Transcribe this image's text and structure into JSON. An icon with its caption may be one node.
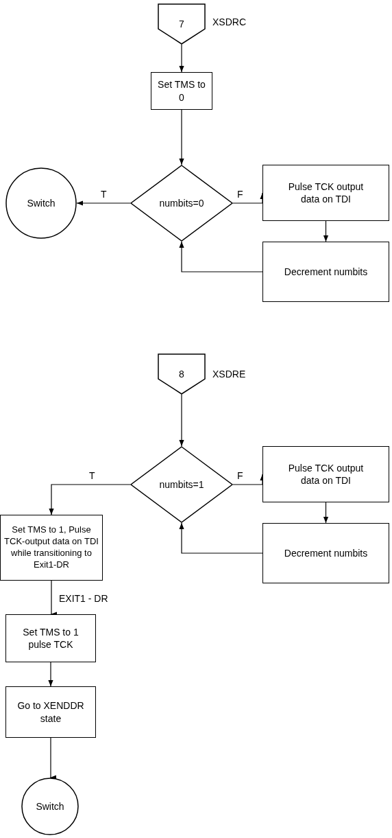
{
  "diagram": {
    "nodes": [
      {
        "text": [
          "7"
        ],
        "beside": [
          "XSDRC"
        ]
      },
      {
        "text": [
          "Set TMS to 0"
        ]
      },
      {
        "text": [
          "numbits=0"
        ]
      },
      {
        "text": [
          "Switch"
        ]
      },
      {
        "text": [
          "Pulse TCK output data on TDI"
        ]
      },
      {
        "text": [
          "Decrement numbits"
        ]
      },
      {
        "text": [
          "8"
        ],
        "beside": [
          "XSDRE"
        ]
      },
      {
        "text": [
          "numbits=1"
        ]
      },
      {
        "text": [
          "Pulse TCK output data on TDI"
        ]
      },
      {
        "text": [
          "Decrement numbits"
        ]
      },
      {
        "text": [
          "Set TMS to 1, Pulse TCK-output data on TDI while transitioning to Exit1-DR"
        ]
      },
      {
        "text": [
          "Set TMS to 1 pulse TCK"
        ]
      },
      {
        "text": [
          "Go to XENDDR state"
        ]
      },
      {
        "text": [
          "Switch"
        ]
      }
    ],
    "edges": [
      {
        "from": 0,
        "to": 1,
        "arrow": "to"
      },
      {
        "from": 1,
        "to": 2,
        "arrow": "to"
      },
      {
        "from": 2,
        "to": 3,
        "arrow": "to",
        "label": "T"
      },
      {
        "from": 2,
        "to": 4,
        "arrow": "to",
        "label": "F"
      },
      {
        "from": 4,
        "to": 5,
        "arrow": "to"
      },
      {
        "from": 5,
        "to": 2,
        "arrow": "to"
      },
      {
        "from": 6,
        "to": 7,
        "arrow": "to"
      },
      {
        "from": 7,
        "to": 8,
        "arrow": "to",
        "label": "F"
      },
      {
        "from": 7,
        "to": 10,
        "arrow": "to",
        "label": "T"
      },
      {
        "from": 8,
        "to": 9,
        "arrow": "to"
      },
      {
        "from": 9,
        "to": 7,
        "arrow": "to"
      },
      {
        "from": 10,
        "to": 11,
        "arrow": "to",
        "label": "EXIT1 - DR"
      },
      {
        "from": 11,
        "to": 12,
        "arrow": "to"
      },
      {
        "from": 12,
        "to": 13,
        "arrow": "to"
      }
    ]
  }
}
